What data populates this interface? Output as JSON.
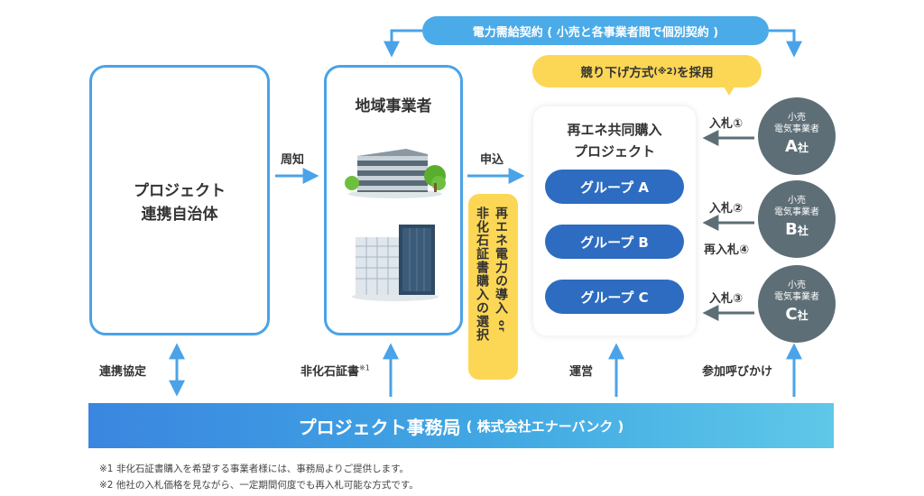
{
  "contract_label": "電力需給契約 ( 小売と各事業者間で個別契約 )",
  "auction_method": {
    "text": "競り下げ方式",
    "note": "(※2)",
    "suffix": "を採用"
  },
  "municipality": {
    "line1": "プロジェクト",
    "line2": "連携自治体"
  },
  "local_business": {
    "title": "地域事業者"
  },
  "project": {
    "line1": "再エネ共同購入",
    "line2": "プロジェクト"
  },
  "groups": [
    "グループ A",
    "グループ B",
    "グループ C"
  ],
  "retailers": [
    {
      "line1": "小売",
      "line2": "電気事業者",
      "letter": "A",
      "suffix": "社"
    },
    {
      "line1": "小売",
      "line2": "電気事業者",
      "letter": "B",
      "suffix": "社"
    },
    {
      "line1": "小売",
      "line2": "電気事業者",
      "letter": "C",
      "suffix": "社"
    }
  ],
  "selection": {
    "col1": "再エネ電力の導入",
    "or": "or",
    "col2": "非化石証書購入の選択"
  },
  "labels": {
    "announce": "周知",
    "apply": "申込",
    "bid1": "入札①",
    "bid2": "入札②",
    "rebid4": "再入札④",
    "bid3": "入札③",
    "coop": "連携協定",
    "cert": "非化石証書",
    "cert_mark": "※1",
    "operate": "運営",
    "invite": "参加呼びかけ"
  },
  "office": {
    "name": "プロジェクト事務局",
    "company": "( 株式会社エナーバンク )"
  },
  "notes": [
    "※1 非化石証書購入を希望する事業者様には、事務局よりご提供します。",
    "※2 他社の入札価格を見ながら、一定期間何度でも再入札可能な方式です。"
  ],
  "colors": {
    "blue": "#4aa3e8",
    "navy": "#2d6cc0",
    "yellow": "#fcd755",
    "gray": "#5d6e76"
  }
}
